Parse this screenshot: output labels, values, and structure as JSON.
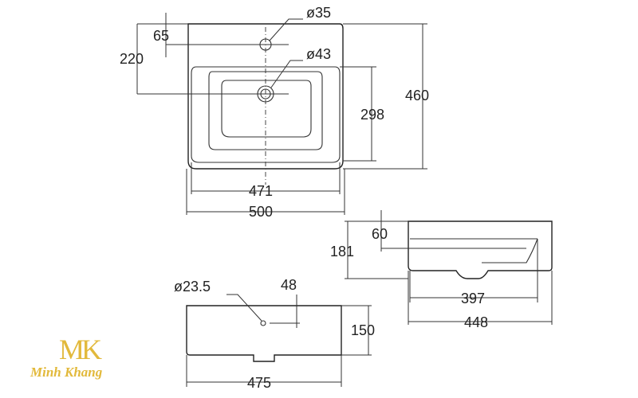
{
  "top_view": {
    "hole_diameter": "ø35",
    "drain_diameter": "ø43",
    "hole_offset": "65",
    "drain_offset": "220",
    "bowl_depth": "298",
    "overall_depth": "460",
    "bowl_width": "471",
    "overall_width": "500"
  },
  "side_view": {
    "height": "181",
    "offset": "60",
    "inner_length": "397",
    "overall_length": "448"
  },
  "front_view": {
    "overflow_diameter": "ø23.5",
    "overflow_offset": "48",
    "height": "150",
    "width": "475"
  },
  "logo": {
    "mark": "MK",
    "name": "Minh Khang"
  }
}
